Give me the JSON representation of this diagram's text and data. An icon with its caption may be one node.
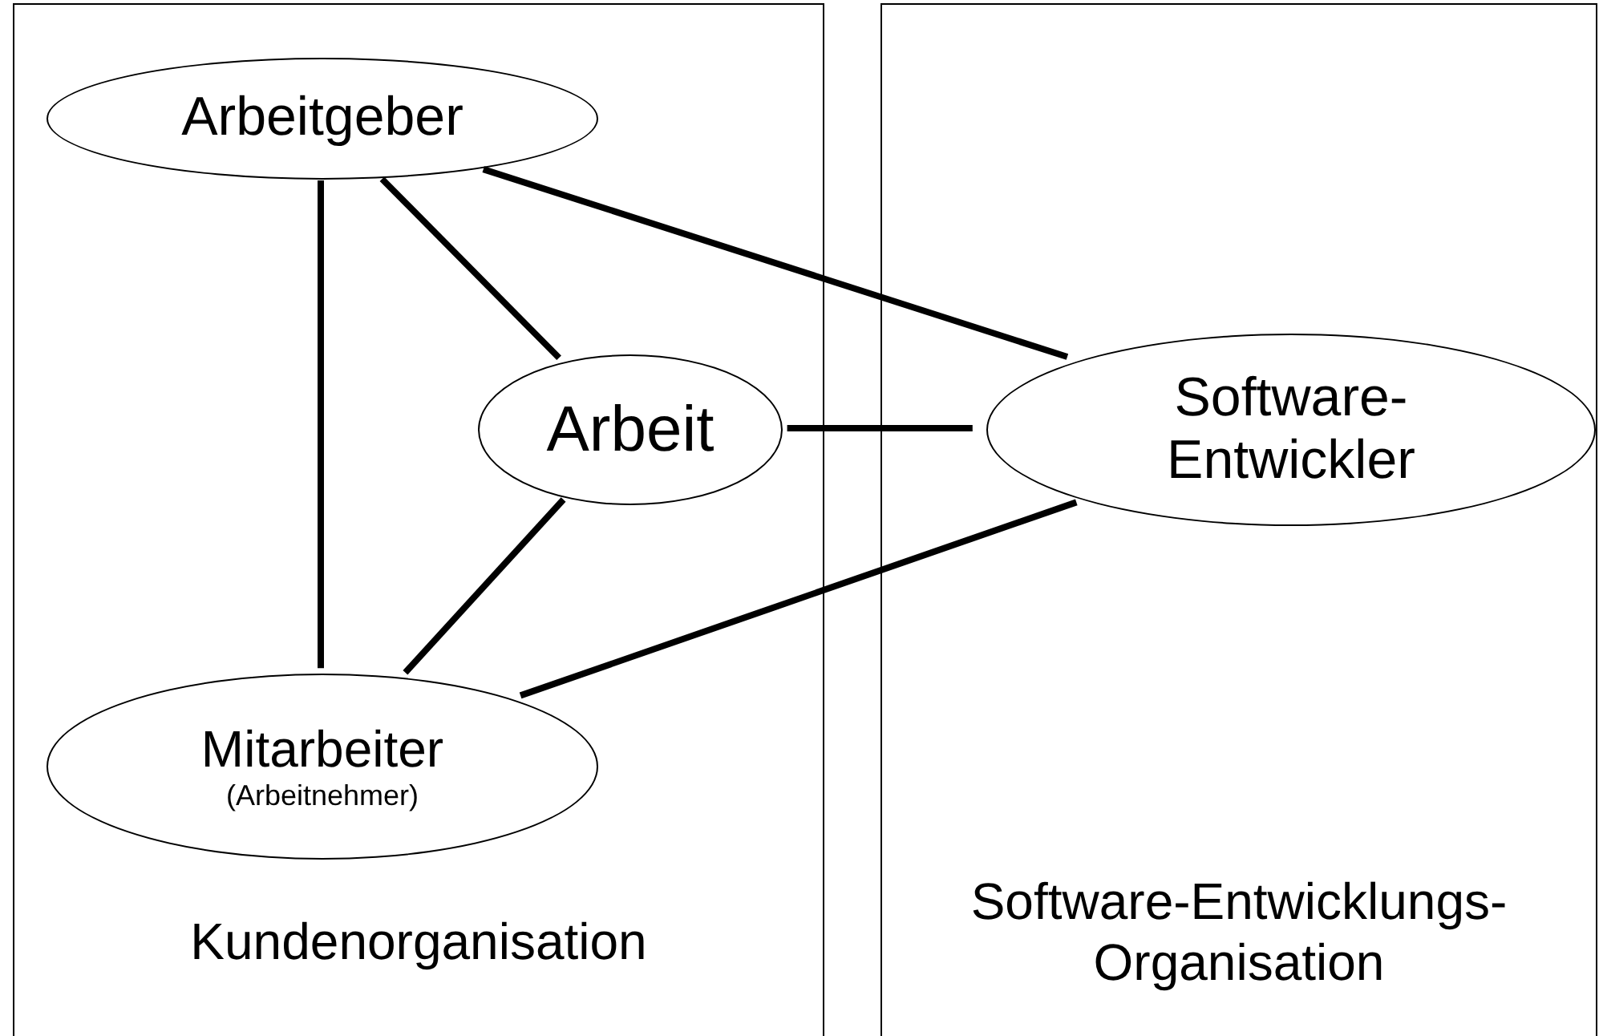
{
  "diagram": {
    "nodes": [
      {
        "text": [
          "Kundenorganisation"
        ]
      },
      {
        "text": [
          "Software-Entwicklungs- Organisation"
        ]
      },
      {
        "text": [
          "Arbeitgeber"
        ],
        "in": 0
      },
      {
        "text": [
          "Arbeit"
        ],
        "in": 0
      },
      {
        "text": [
          "Software- Entwickler"
        ],
        "in": 1
      },
      {
        "text": [
          "Mitarbeiter",
          "(Arbeitnehmer)"
        ],
        "in": 0
      }
    ],
    "edges": [
      {
        "from": 2,
        "to": 5,
        "arrow": "none"
      },
      {
        "from": 2,
        "to": 3,
        "arrow": "none"
      },
      {
        "from": 2,
        "to": 4,
        "arrow": "none"
      },
      {
        "from": 3,
        "to": 4,
        "arrow": "none"
      },
      {
        "from": 3,
        "to": 5,
        "arrow": "none"
      },
      {
        "from": 4,
        "to": 5,
        "arrow": "none"
      }
    ]
  }
}
